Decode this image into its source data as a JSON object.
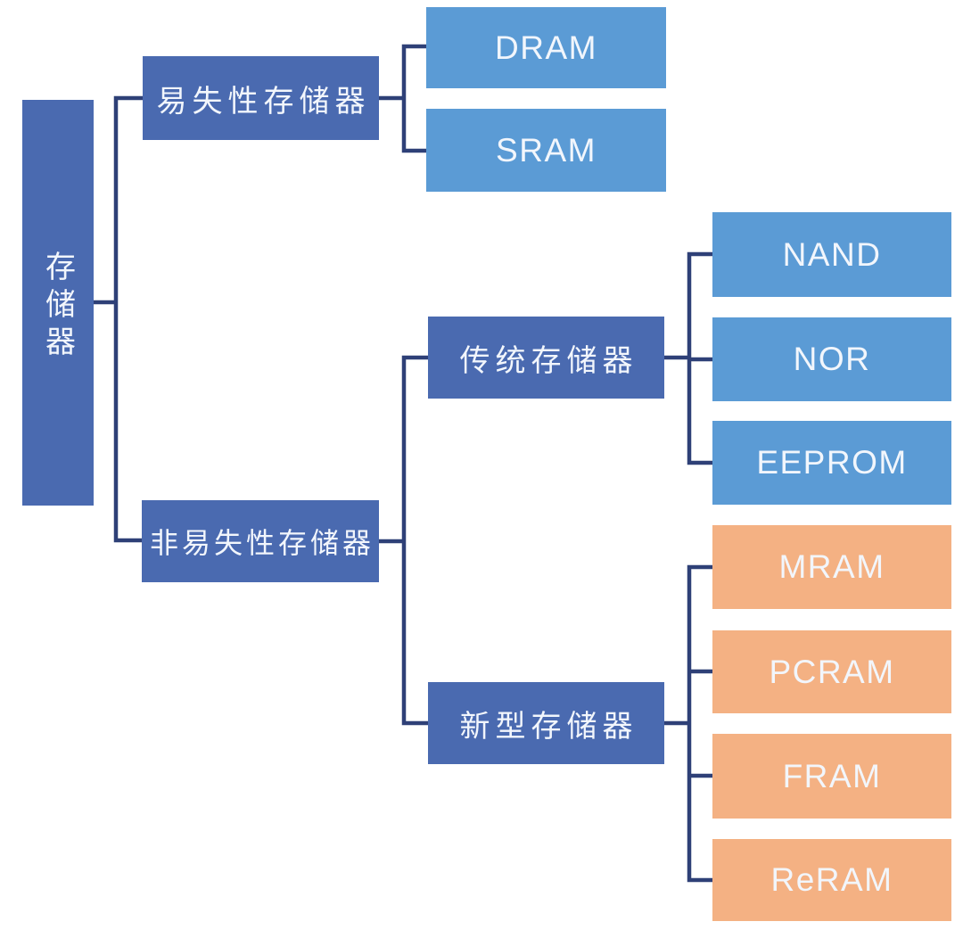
{
  "palette": {
    "dark_blue": "#4a6ab0",
    "light_blue": "#5b9bd5",
    "orange": "#f4b183",
    "line_color": "#2e4077",
    "label_color": "#f2f6fc",
    "background": "#ffffff"
  },
  "tree": {
    "root": {
      "label": "存储器"
    },
    "children": [
      {
        "label": "易失性存储器",
        "children": [
          {
            "label": "DRAM"
          },
          {
            "label": "SRAM"
          }
        ]
      },
      {
        "label": "非易失性存储器",
        "children": [
          {
            "label": "传统存储器",
            "children": [
              {
                "label": "NAND"
              },
              {
                "label": "NOR"
              },
              {
                "label": "EEPROM"
              }
            ]
          },
          {
            "label": "新型存储器",
            "children": [
              {
                "label": "MRAM"
              },
              {
                "label": "PCRAM"
              },
              {
                "label": "FRAM"
              },
              {
                "label": "ReRAM"
              }
            ]
          }
        ]
      }
    ]
  }
}
